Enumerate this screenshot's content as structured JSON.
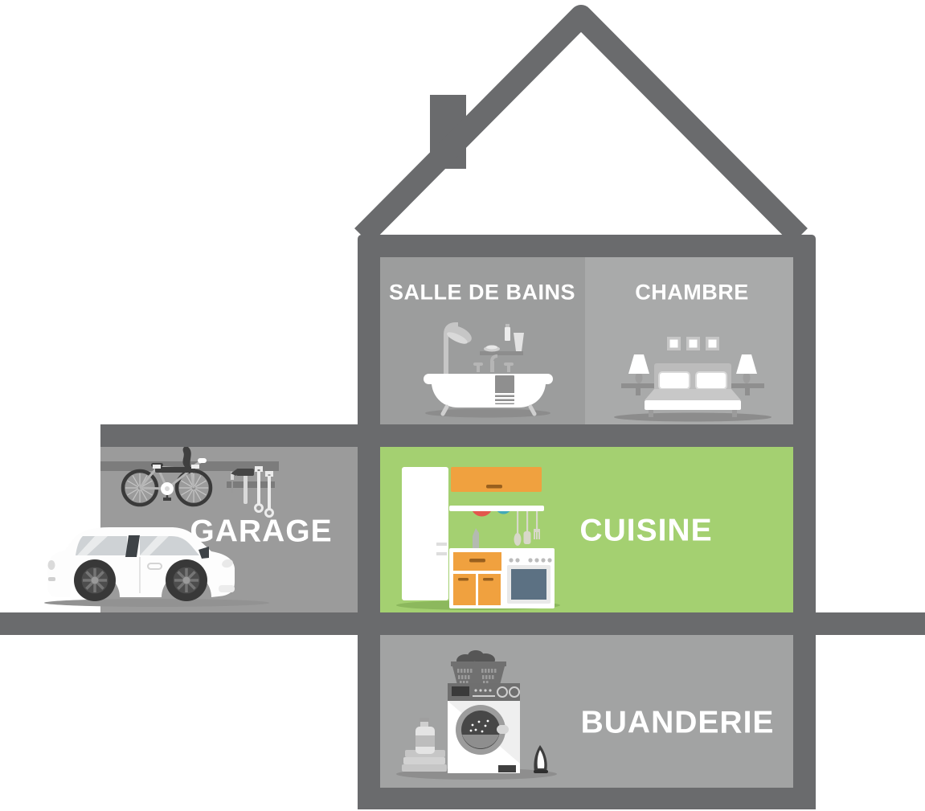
{
  "diagram": {
    "type": "house-cross-section",
    "rooms": [
      {
        "id": "salle-de-bains",
        "label": "SALLE DE BAINS",
        "bg": "#9c9d9d",
        "icon": "bathtub-icon",
        "floor": "top",
        "highlighted": false
      },
      {
        "id": "chambre",
        "label": "CHAMBRE",
        "bg": "#a9aaaa",
        "icon": "bed-icon",
        "floor": "top",
        "highlighted": false
      },
      {
        "id": "garage",
        "label": "GARAGE",
        "bg": "#9b9b9b",
        "icon": "car-icon",
        "floor": "middle",
        "highlighted": false
      },
      {
        "id": "cuisine",
        "label": "CUISINE",
        "bg": "#a4d071",
        "icon": "kitchen-icon",
        "floor": "middle",
        "highlighted": true
      },
      {
        "id": "buanderie",
        "label": "BUANDERIE",
        "bg": "#a2a3a3",
        "icon": "washing-machine-icon",
        "floor": "bottom",
        "highlighted": false
      }
    ],
    "colors": {
      "frame": "#6a6b6d",
      "highlight_green": "#a4d071",
      "label_text": "#ffffff",
      "accent_orange": "#f0a13f",
      "accent_red": "#e2574c",
      "accent_teal": "#42a9b8",
      "oven_door": "#5c7183"
    }
  }
}
